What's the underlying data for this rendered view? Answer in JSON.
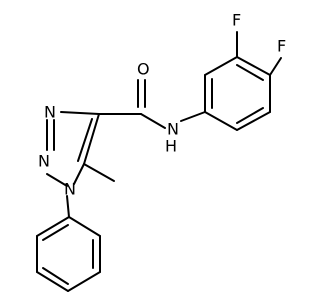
{
  "structure": {
    "atom_labels": {
      "n1": "N",
      "n2": "N",
      "n3": "N",
      "o": "O",
      "nh": "N",
      "h": "H",
      "f1": "F",
      "f2": "F"
    }
  }
}
